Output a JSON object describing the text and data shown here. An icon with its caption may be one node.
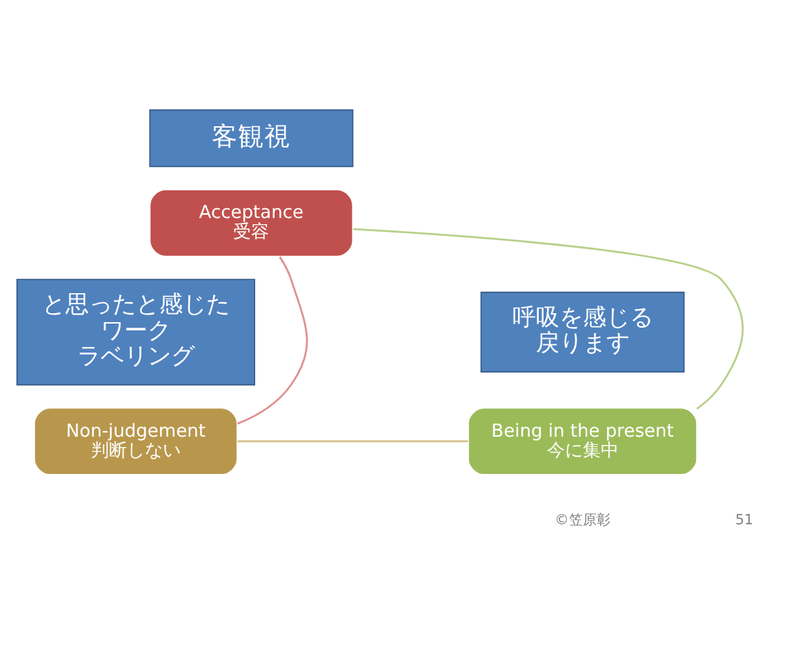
{
  "diagram": {
    "nodes": [
      {
        "text": [
          "客観視"
        ]
      },
      {
        "text": [
          "Acceptance",
          "受容"
        ]
      },
      {
        "text": [
          "と思ったと感じた",
          "ワーク",
          "ラベリング"
        ]
      },
      {
        "text": [
          "Non-judgement",
          "判断しない"
        ]
      },
      {
        "text": [
          "呼吸を感じる",
          "戻ります"
        ]
      },
      {
        "text": [
          "Being in the present",
          "今に集中"
        ]
      }
    ],
    "edges": [
      {
        "from": 1,
        "to": 3,
        "arrow": "none",
        "color": "#e09090"
      },
      {
        "from": 3,
        "to": 5,
        "arrow": "none",
        "color": "#d8c088"
      },
      {
        "from": 5,
        "to": 1,
        "arrow": "none",
        "color": "#b8d08a"
      }
    ],
    "labels": [
      "©笠原彰",
      "51"
    ]
  }
}
